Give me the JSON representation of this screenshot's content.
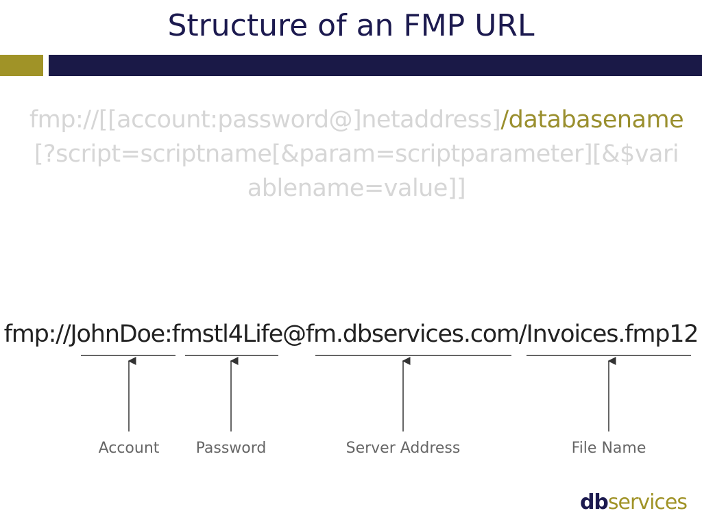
{
  "slide": {
    "title": "Structure of an FMP URL"
  },
  "syntax": {
    "part1": "fmp://[[account:password@]netaddress]",
    "part2": "/databasename",
    "part3": "[?script=scriptname[&param=scriptparameter][&$variablename=value]]"
  },
  "example": {
    "url": "fmp://JohnDoe:fmstl4Life@fm.dbservices.com/Invoices.fmp12"
  },
  "labels": {
    "account": "Account",
    "password": "Password",
    "server_address": "Server Address",
    "file_name": "File Name"
  },
  "logo": {
    "db": "db",
    "services": "services"
  },
  "colors": {
    "title": "#1c1a4f",
    "accent_gold": "#a09327",
    "accent_navy": "#1a1947",
    "syntax_text": "#d6d6d6",
    "syntax_highlight": "#9a8f2e"
  }
}
